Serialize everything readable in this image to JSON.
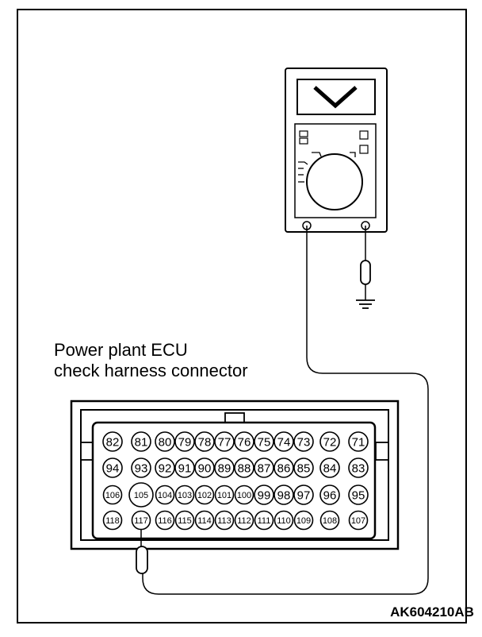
{
  "label_line1": "Power plant ECU",
  "label_line2": "check harness connector",
  "figure_code": "AK604210AB",
  "meter_display_symbol": "V",
  "connector_rows": [
    [
      "82",
      "81",
      "80",
      "79",
      "78",
      "77",
      "76",
      "75",
      "74",
      "73",
      "72",
      "71"
    ],
    [
      "94",
      "93",
      "92",
      "91",
      "90",
      "89",
      "88",
      "87",
      "86",
      "85",
      "84",
      "83"
    ],
    [
      "106",
      "105",
      "104",
      "103",
      "102",
      "101",
      "100",
      "99",
      "98",
      "97",
      "96",
      "95"
    ],
    [
      "118",
      "117",
      "116",
      "115",
      "114",
      "113",
      "112",
      "111",
      "110",
      "109",
      "108",
      "107"
    ]
  ],
  "probe_pin": "117",
  "icons": [
    "voltmeter-icon",
    "ground-symbol-icon",
    "probe-icon"
  ]
}
